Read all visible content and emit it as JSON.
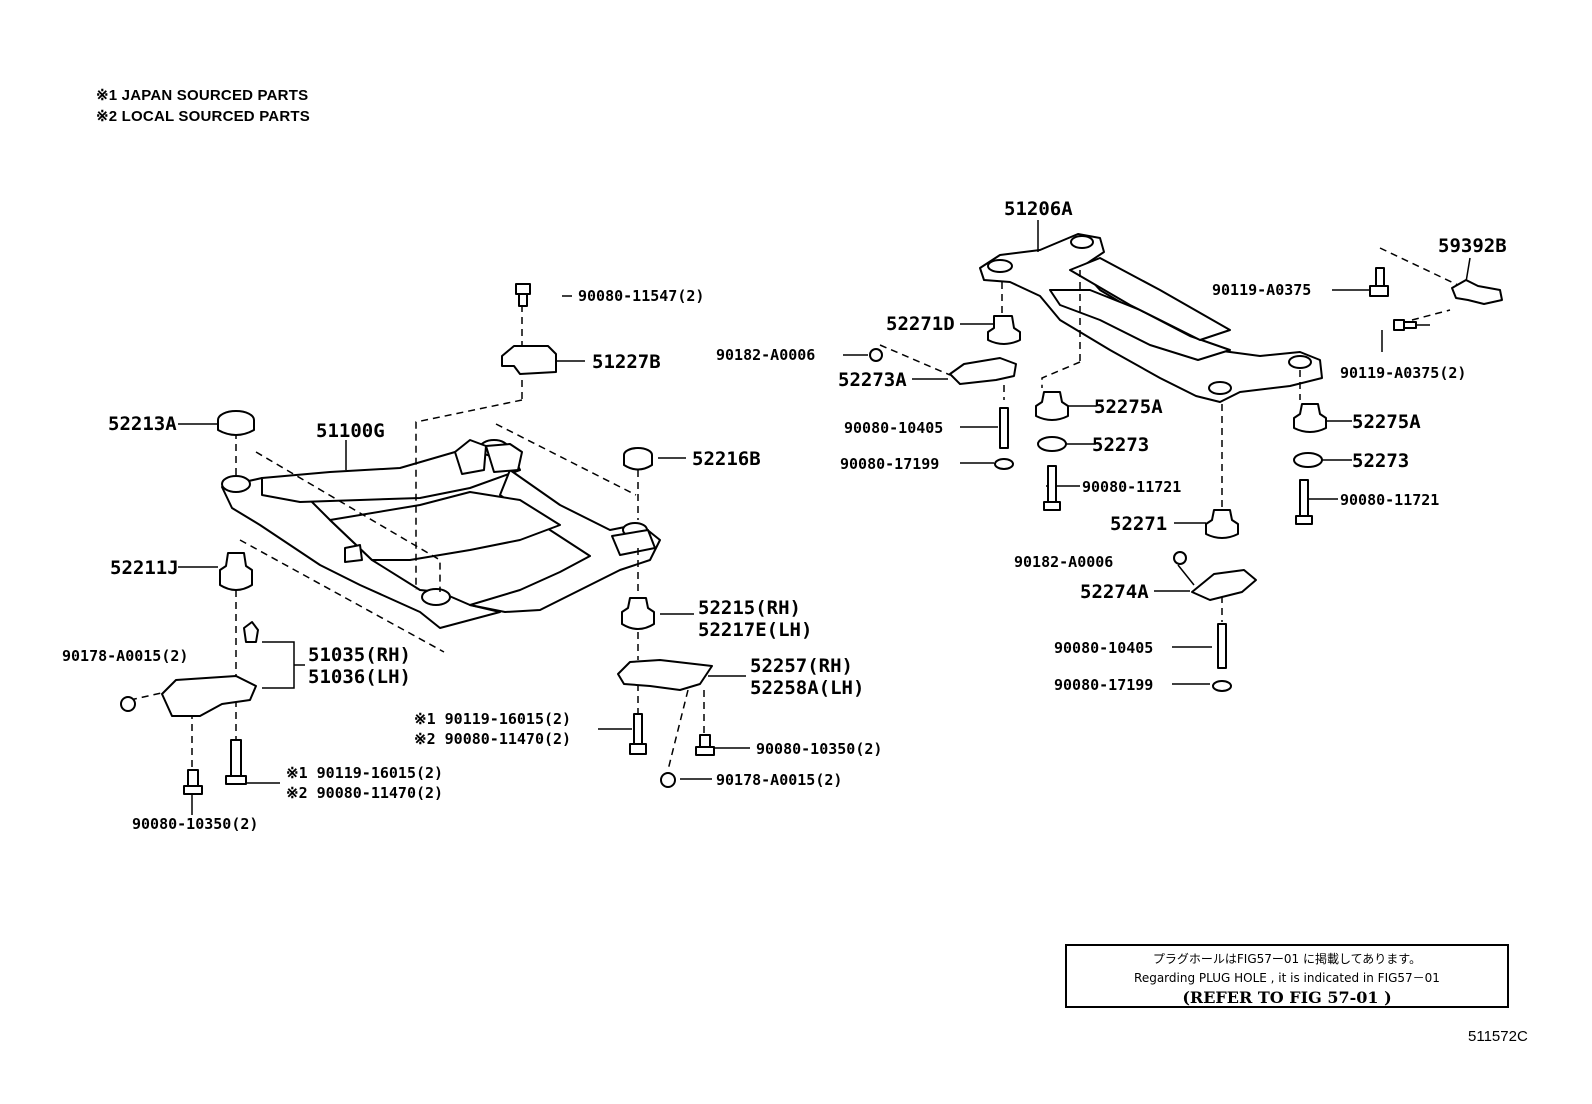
{
  "notes": {
    "note1": "※1 JAPAN SOURCED PARTS",
    "note2": "※2 LOCAL SOURCED PARTS"
  },
  "labels": {
    "p90080_11547_2": "90080-11547(2)",
    "p51227B": "51227B",
    "p52213A": "52213A",
    "p51100G": "51100G",
    "p52216B": "52216B",
    "p52211J": "52211J",
    "p52215_RH": "52215(RH)",
    "p52217E_LH": "52217E(LH)",
    "p90178_A0015_2_left": "90178-A0015(2)",
    "p51035_RH": "51035(RH)",
    "p51036_LH": "51036(LH)",
    "p52257_RH": "52257(RH)",
    "p52258A_LH": "52258A(LH)",
    "p_jp1_90119_16015_2_mid": "※1 90119-16015(2)",
    "p_jp2_90080_11470_2_mid": "※2 90080-11470(2)",
    "p90080_10350_2_mid": "90080-10350(2)",
    "p90178_A0015_2_mid": "90178-A0015(2)",
    "p_jp1_90119_16015_2_low": "※1 90119-16015(2)",
    "p_jp2_90080_11470_2_low": "※2 90080-11470(2)",
    "p90080_10350_2_low": "90080-10350(2)",
    "p51206A": "51206A",
    "p59392B": "59392B",
    "p90119_A0375": "90119-A0375",
    "p90119_A0375_2": "90119-A0375(2)",
    "p52271D": "52271D",
    "p90182_A0006_top": "90182-A0006",
    "p52273A": "52273A",
    "p52275A_mid": "52275A",
    "p90080_10405_top": "90080-10405",
    "p52273_mid": "52273",
    "p90080_17199_top": "90080-17199",
    "p90080_11721_mid": "90080-11721",
    "p52275A_right": "52275A",
    "p52273_right": "52273",
    "p90080_11721_right": "90080-11721",
    "p52271": "52271",
    "p90182_A0006_low": "90182-A0006",
    "p52274A": "52274A",
    "p90080_10405_low": "90080-10405",
    "p90080_17199_low": "90080-17199"
  },
  "reference": {
    "jp": "プラグホールはFIG57ー01 に掲載してあります。",
    "en": "Regarding  PLUG HOLE , it is indicated in FIG57－01",
    "fig": "(REFER  TO  FIG    57-01     )"
  },
  "figure_number": "511572C"
}
